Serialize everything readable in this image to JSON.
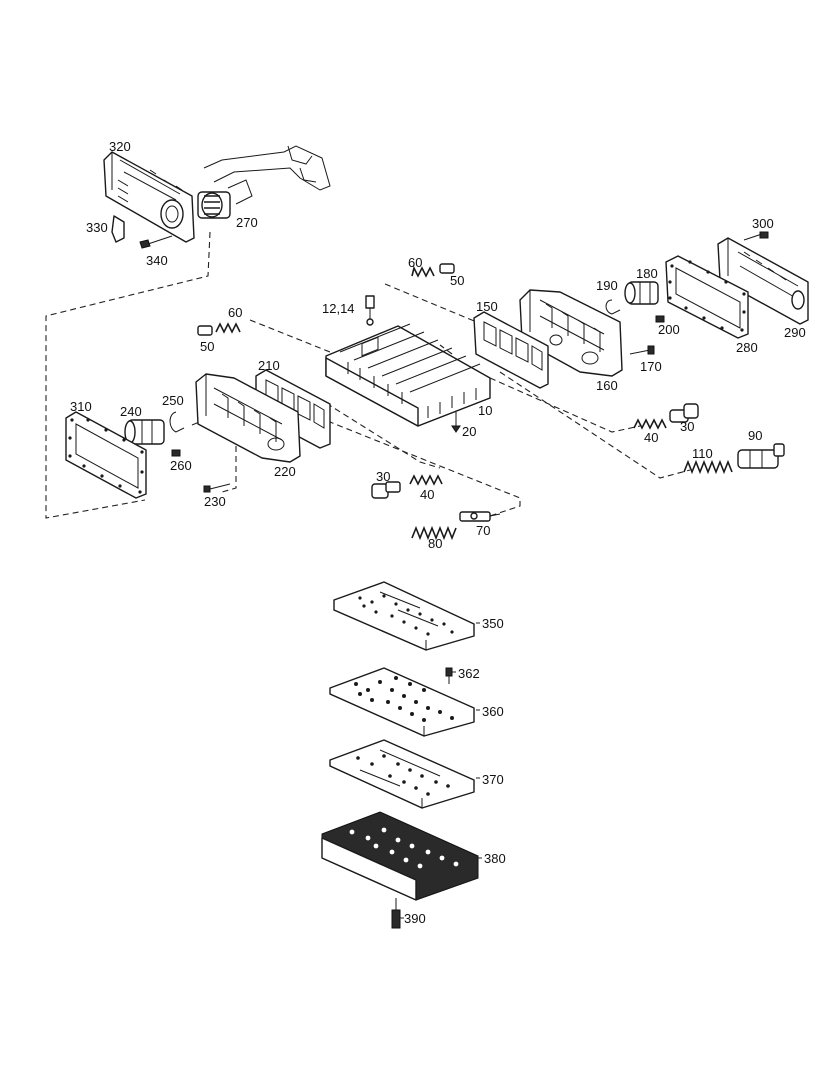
{
  "labels": {
    "l320": "320",
    "l270": "270",
    "l330": "330",
    "l340": "340",
    "l300": "300",
    "l180": "180",
    "l190": "190",
    "l290": "290",
    "l200": "200",
    "l280": "280",
    "l170": "170",
    "l160": "160",
    "l150": "150",
    "l60a": "60",
    "l50a": "50",
    "l1214": "12,14",
    "l60b": "60",
    "l50b": "50",
    "l210": "210",
    "l310": "310",
    "l250": "250",
    "l240": "240",
    "l260": "260",
    "l220": "220",
    "l230": "230",
    "l10": "10",
    "l20": "20",
    "l30a": "30",
    "l40a": "40",
    "l110": "110",
    "l90": "90",
    "l30b": "30",
    "l40b": "40",
    "l70": "70",
    "l80": "80",
    "l350": "350",
    "l362": "362",
    "l360": "360",
    "l370": "370",
    "l380": "380",
    "l390": "390"
  },
  "parts": {
    "p320": "cover-320",
    "p270": "harness-270",
    "p330": "clip-330",
    "p340": "screw-340",
    "p300": "screw-300",
    "p290": "cover-290",
    "p280": "gasket-280",
    "p180": "solenoid-180",
    "p190": "clip-190",
    "p200": "screw-200",
    "p170": "screw-170",
    "p160": "valve-body-160",
    "p150": "gasket-150",
    "p10": "valve-housing-10",
    "p210": "gasket-210",
    "p220": "valve-body-220",
    "p240": "solenoid-240",
    "p310": "gasket-310",
    "p350": "plate-350",
    "p360": "plate-360",
    "p370": "plate-370",
    "p380": "valve-body-380",
    "p390": "screw-390"
  }
}
